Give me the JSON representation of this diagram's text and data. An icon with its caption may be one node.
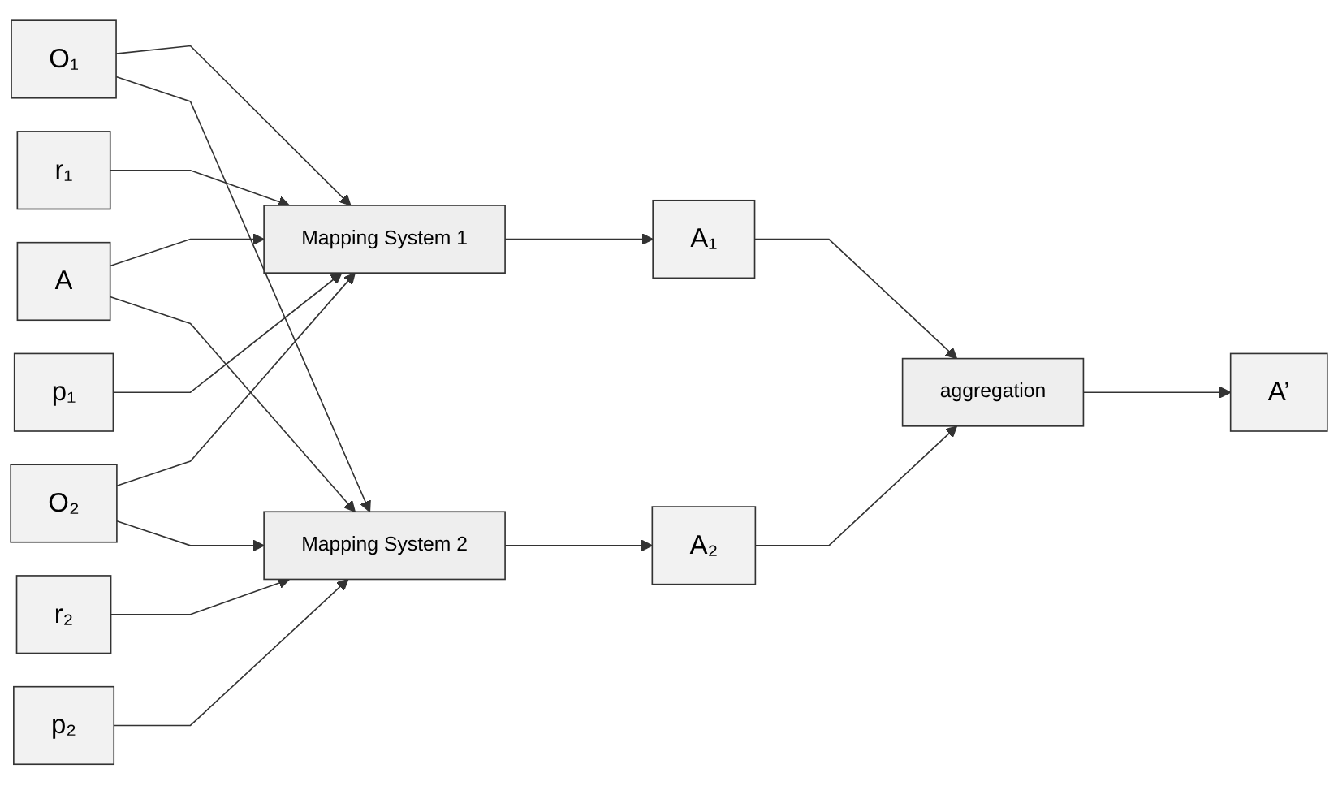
{
  "diagram": {
    "nodes": [
      {
        "text": [
          "r₁"
        ]
      },
      {
        "text": [
          "p₁"
        ]
      },
      {
        "text": [
          "O₁"
        ]
      },
      {
        "text": [
          "Mapping System 1"
        ]
      },
      {
        "text": [
          "A₁"
        ]
      },
      {
        "text": [
          "A"
        ]
      },
      {
        "text": [
          "aggregation"
        ]
      },
      {
        "text": [
          "A’"
        ]
      },
      {
        "text": [
          "O₂"
        ]
      },
      {
        "text": [
          "Mapping System 2"
        ]
      },
      {
        "text": [
          "A₂"
        ]
      },
      {
        "text": [
          "r₂"
        ]
      },
      {
        "text": [
          "p₂"
        ]
      }
    ],
    "edges": [
      {
        "from": 2,
        "to": 3,
        "arrow": "to"
      },
      {
        "from": 2,
        "to": 9,
        "arrow": "to"
      },
      {
        "from": 5,
        "to": 3,
        "arrow": "to"
      },
      {
        "from": 5,
        "to": 9,
        "arrow": "to"
      },
      {
        "from": 8,
        "to": 3,
        "arrow": "to"
      },
      {
        "from": 8,
        "to": 9,
        "arrow": "to"
      },
      {
        "from": 0,
        "to": 3,
        "arrow": "to"
      },
      {
        "from": 1,
        "to": 3,
        "arrow": "to"
      },
      {
        "from": 11,
        "to": 9,
        "arrow": "to"
      },
      {
        "from": 12,
        "to": 9,
        "arrow": "to"
      },
      {
        "from": 3,
        "to": 4,
        "arrow": "to"
      },
      {
        "from": 9,
        "to": 10,
        "arrow": "to"
      },
      {
        "from": 4,
        "to": 6,
        "arrow": "to"
      },
      {
        "from": 10,
        "to": 6,
        "arrow": "to"
      },
      {
        "from": 6,
        "to": 7,
        "arrow": "to"
      }
    ]
  }
}
